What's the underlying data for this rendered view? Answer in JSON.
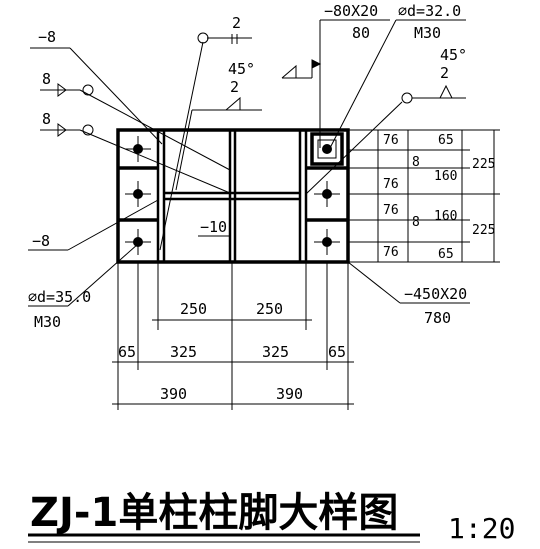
{
  "title": "ZJ-1单柱柱脚大样图",
  "scale": "1:20",
  "labels": {
    "weld_2_top": "2",
    "plate_80x20": "−80X20",
    "plate_80x20_sub": "80",
    "bolt_d32": "⌀d=32.0",
    "bolt_d32_grade": "M30",
    "plate_minus8_top": "−8",
    "weld_45_left": "45°",
    "weld_2_left": "2",
    "weld_45_right": "45°",
    "weld_2_right": "2",
    "weld_8_a": "8",
    "weld_8_b": "8",
    "plate_minus8_bottom": "−8",
    "plate_minus10": "−10",
    "bolt_d35": "⌀d=35.0",
    "bolt_d35_grade": "M30",
    "base_plate": "−450X20",
    "base_plate_sub": "780"
  },
  "dims": {
    "right_outer": [
      "76",
      "76",
      "76",
      "76"
    ],
    "right_small": [
      "8",
      "8"
    ],
    "right_mid": [
      "65",
      "160",
      "160",
      "65"
    ],
    "right_outer2": [
      "225",
      "225"
    ],
    "bottom_row1": [
      "250",
      "250"
    ],
    "bottom_row2": [
      "65",
      "325",
      "325",
      "65"
    ],
    "bottom_row3": [
      "390",
      "390"
    ]
  }
}
